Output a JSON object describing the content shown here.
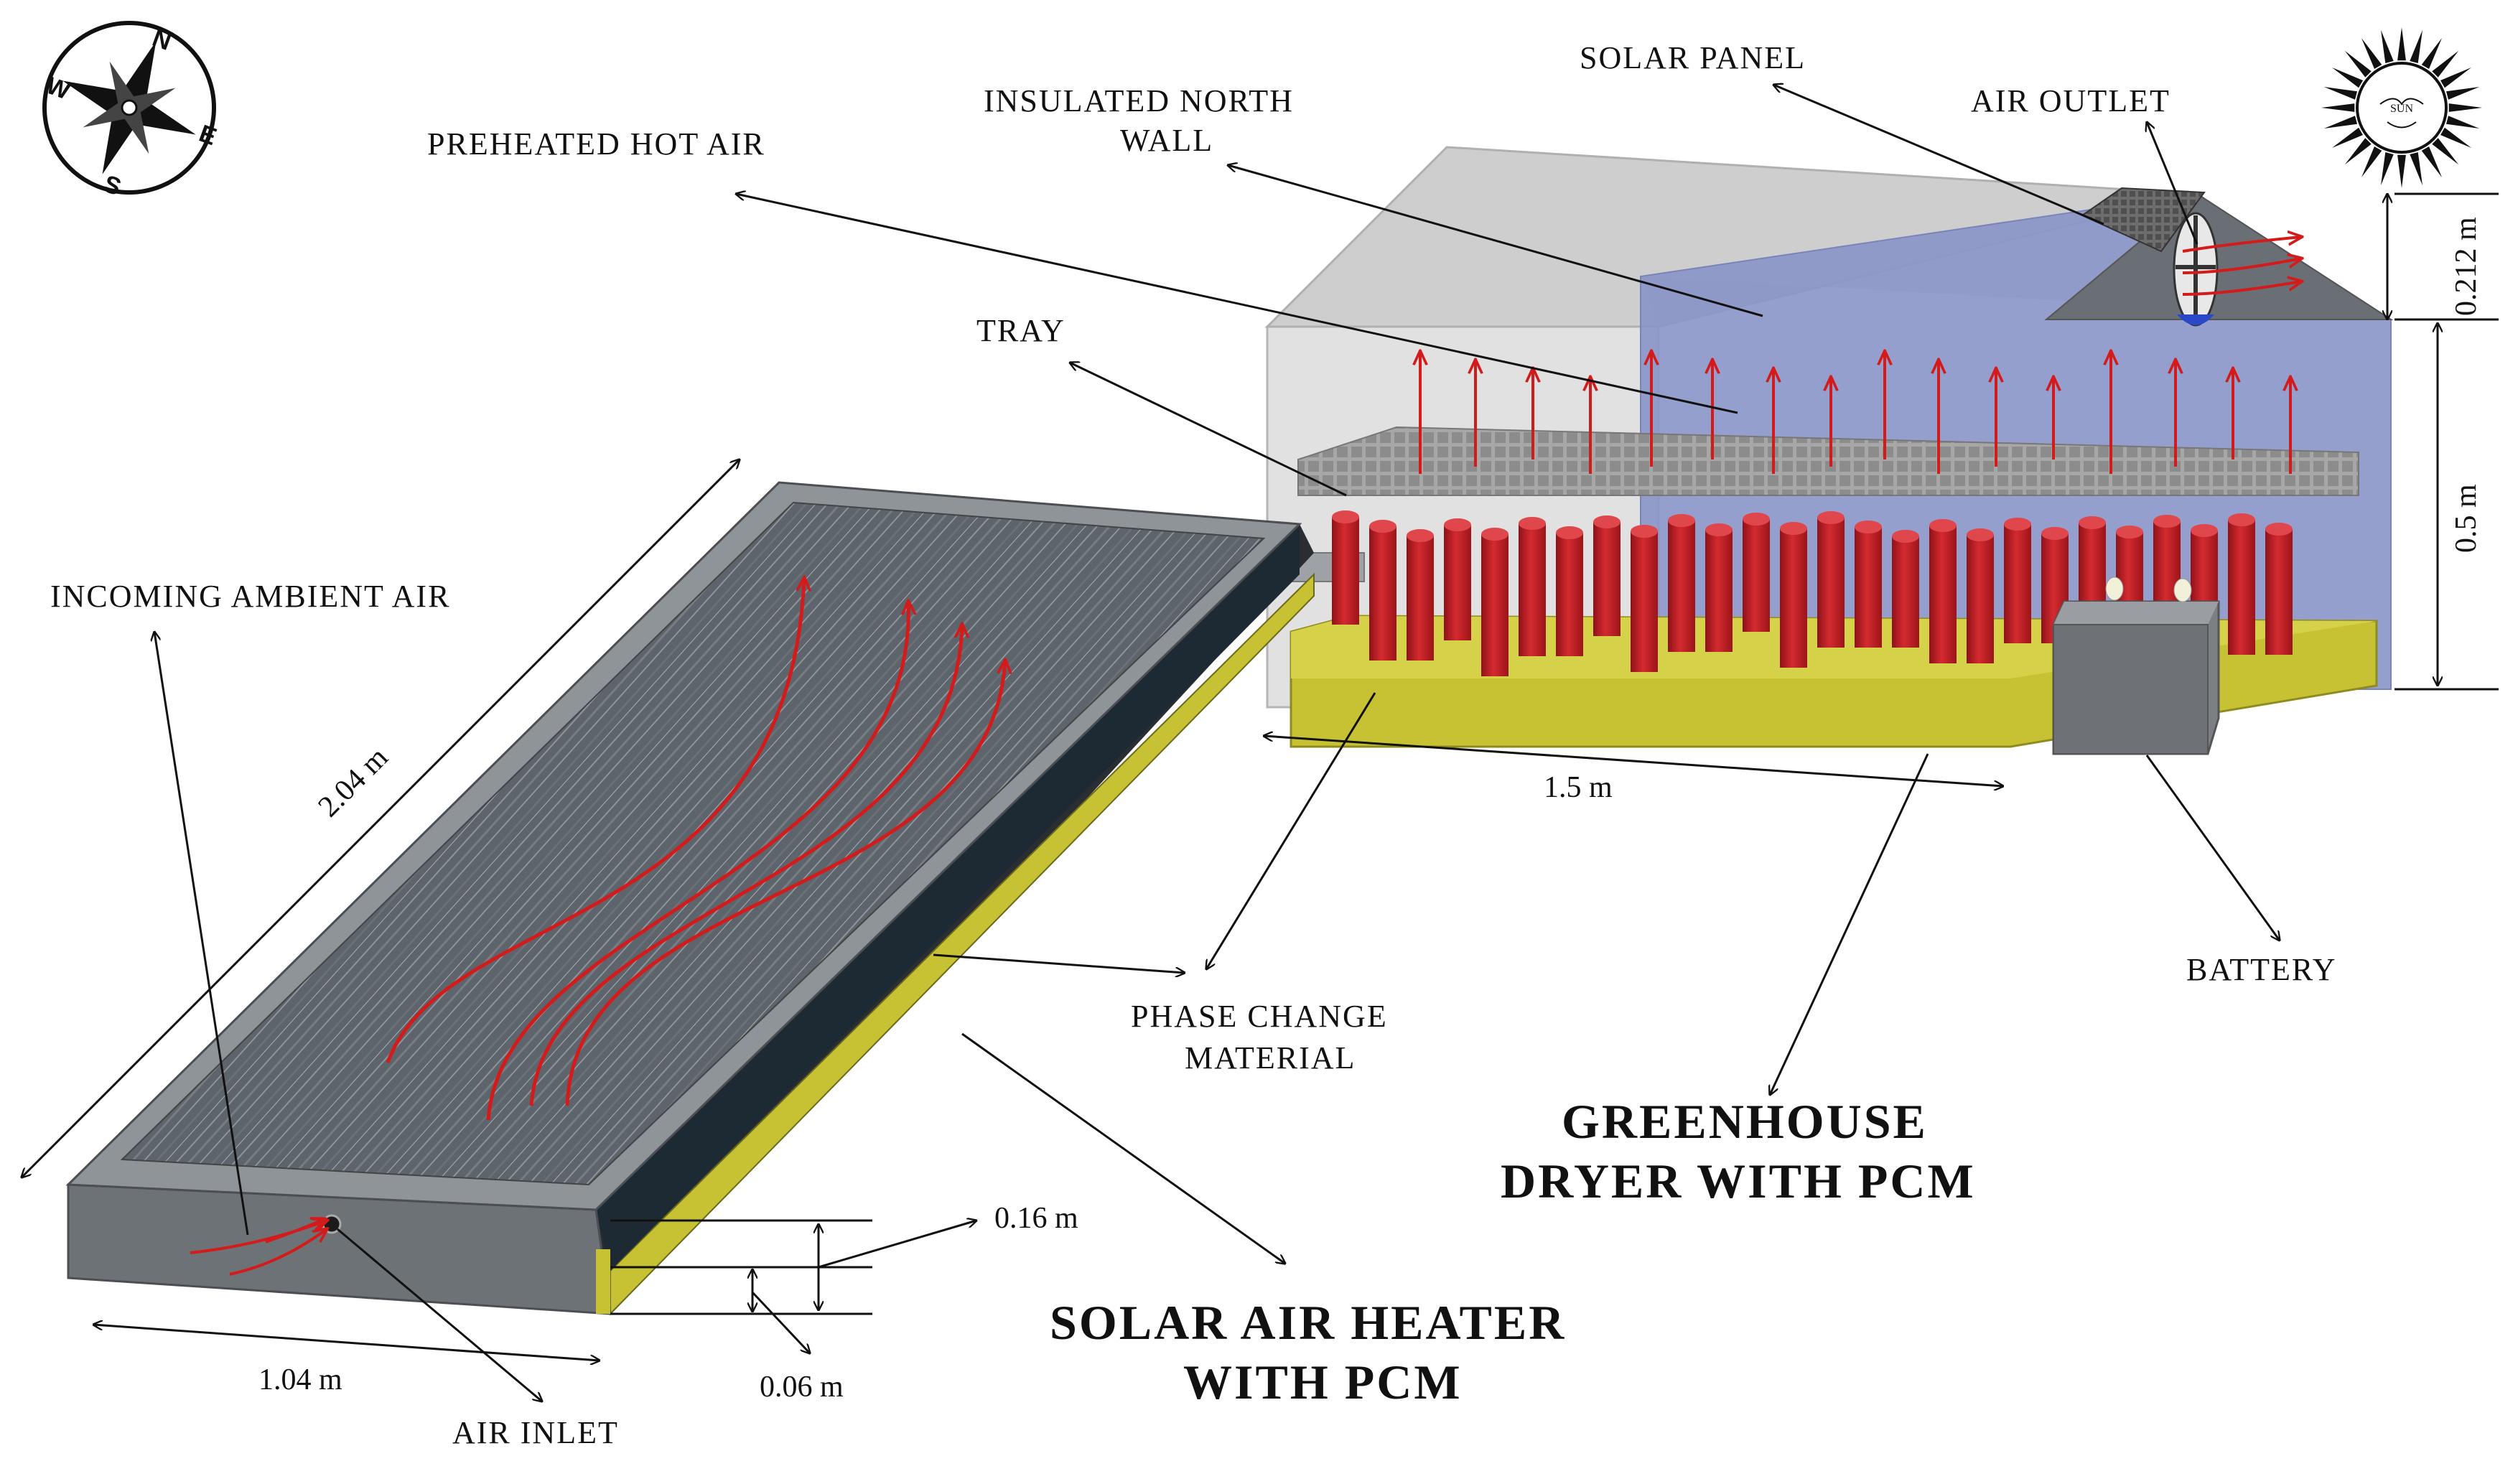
{
  "labels": {
    "solar_panel": "SOLAR PANEL",
    "air_outlet": "AIR OUTLET",
    "insulated_north_wall_1": "INSULATED NORTH",
    "insulated_north_wall_2": "WALL",
    "preheated_hot_air": "PREHEATED HOT AIR",
    "tray": "TRAY",
    "incoming_ambient_air": "INCOMING AMBIENT AIR",
    "phase_change_material_1": "PHASE CHANGE",
    "phase_change_material_2": "MATERIAL",
    "battery": "BATTERY",
    "air_inlet": "AIR INLET"
  },
  "dimensions": {
    "collector_length": "2.04 m",
    "collector_width": "1.04 m",
    "collector_depth": "0.16 m",
    "pcm_thickness": "0.06 m",
    "dryer_length": "1.5 m",
    "dryer_wall_height": "0.5 m",
    "roof_height": "0.212 m"
  },
  "titles": {
    "greenhouse_1": "GREENHOUSE",
    "greenhouse_2": "DRYER WITH PCM",
    "heater_1": "SOLAR AIR HEATER",
    "heater_2": "WITH PCM"
  },
  "compass": {
    "n": "N",
    "e": "E",
    "s": "S",
    "w": "W"
  },
  "sun": {
    "label": "SUN"
  },
  "colors": {
    "collector_surface": "#5f666c",
    "frame": "#7e8388",
    "pcm": "#c6c233",
    "pcm_rods": "#c41e25",
    "greenhouse_glass": "#d4d4d4",
    "north_wall": "#8a95c9",
    "tray": "#9a9a9a",
    "airflow": "#d41b1b",
    "battery": "#7c8085"
  }
}
